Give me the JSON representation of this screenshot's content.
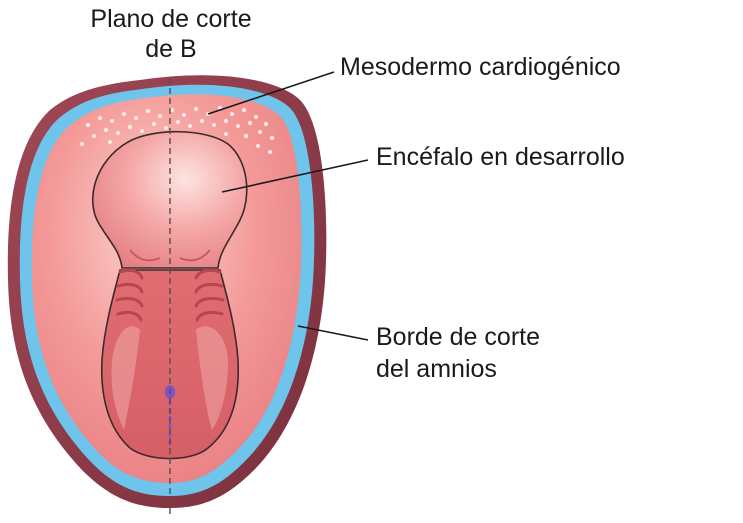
{
  "labels": {
    "cut_plane_line1": "Plano de corte",
    "cut_plane_line2": "de B",
    "cardiogenic_mesoderm": "Mesodermo cardiogénico",
    "developing_brain": "Encéfalo en desarrollo",
    "amnion_edge_line1": "Borde de corte",
    "amnion_edge_line2": "del amnios"
  },
  "colors": {
    "outer_rim": "#8c3a48",
    "amnion_band": "#6ec4ea",
    "disc_fill": "#ee8f8f",
    "embryo_fill": "#e9787c",
    "embryo_outline": "#3c2a2c",
    "cut_line": "#5a4a4c",
    "primitive_node": "#7e53c9",
    "leader_line": "#1a1a1a"
  }
}
